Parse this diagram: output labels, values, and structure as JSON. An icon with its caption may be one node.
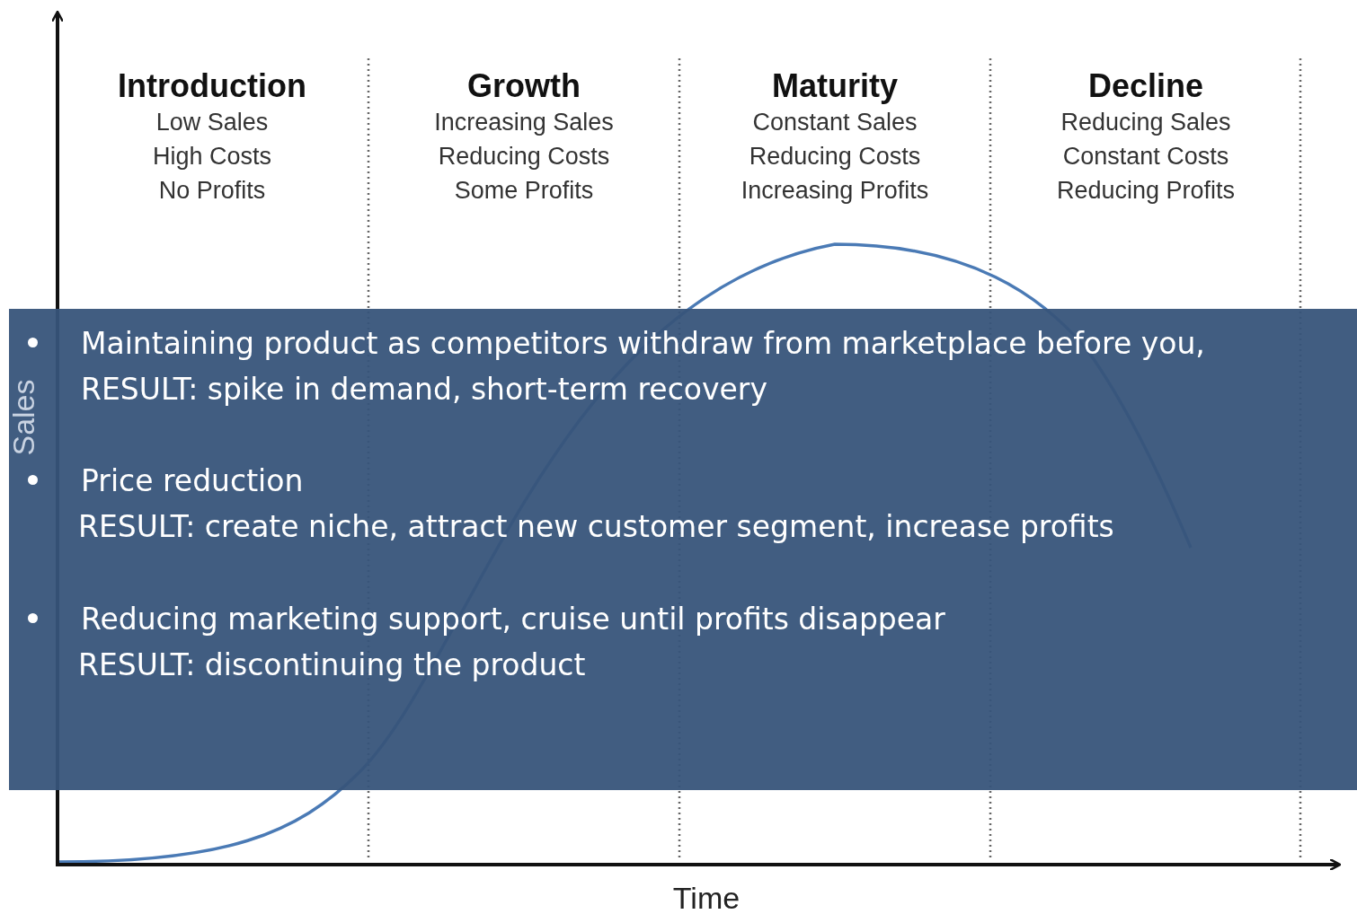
{
  "diagram": {
    "nodes": [
      {
        "text": [
          "Maintaining product as competitors withdraw from marketplace before you,",
          "RESULT: spike in demand, short-term recovery",
          "Price reduction",
          "RESULT: create niche, attract new customer segment, increase profits",
          "Reducing marketing support, cruise until profits disappear",
          "RESULT: discontinuing the product"
        ]
      }
    ],
    "edges": [],
    "labels": [
      "Introduction",
      "Low Sales",
      "High Costs",
      "No Profits",
      "Growth",
      "Increasing Sales",
      "Reducing Costs",
      "Some Profits",
      "Maturity",
      "Constant Sales",
      "Reducing Costs",
      "Increasing Profits",
      "Decline",
      "Reducing Sales",
      "Constant Costs",
      "Reducing Profits",
      "Sales",
      "Time"
    ]
  }
}
